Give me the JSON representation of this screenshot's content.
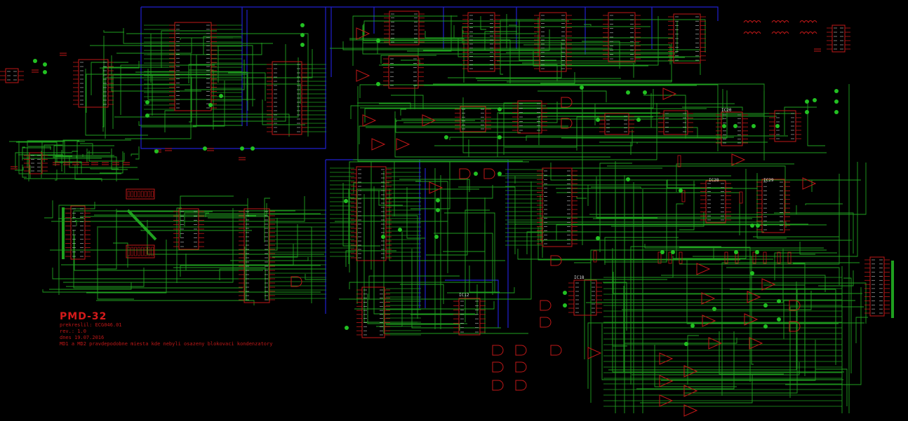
{
  "schematic": {
    "title": "PMD-32",
    "notes": [
      "prekreslil: ECG046.01",
      "rev.: 1.0",
      "dnes 19.07.2016",
      "MD1 a MD2 pravdepodobne miesta kde nebyli osazeny blokovaci kondenzatory"
    ],
    "chip_labels": [
      "IC20",
      "IC28",
      "IC29",
      "IC18",
      "IC12"
    ],
    "colors": {
      "background": "#000000",
      "wire": "#1fa01f",
      "bus": "#2020d0",
      "component": "#c01818",
      "junction": "#22c022",
      "pin_text": "#c8c8c8"
    }
  }
}
